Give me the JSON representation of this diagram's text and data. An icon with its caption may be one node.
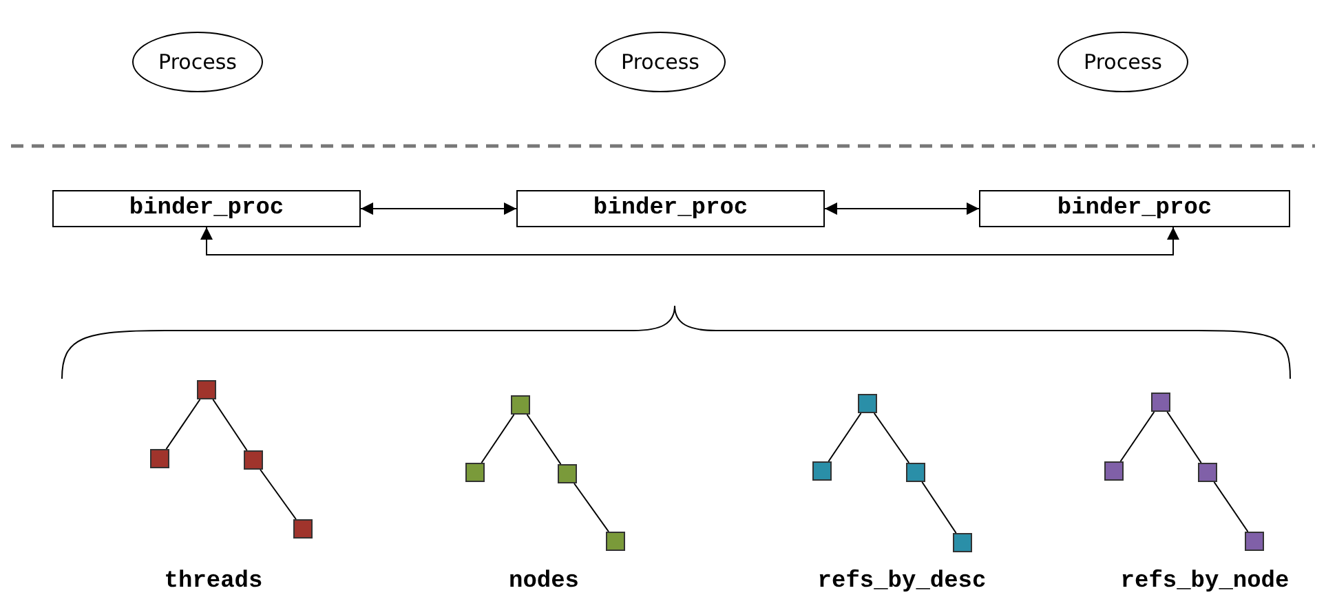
{
  "diagram": {
    "nodes": [
      {
        "text": [
          "Process"
        ]
      },
      {
        "text": [
          "Process"
        ]
      },
      {
        "text": [
          "Process"
        ]
      },
      {
        "text": [
          "binder_proc"
        ]
      },
      {
        "text": [
          "binder_proc"
        ]
      },
      {
        "text": [
          "binder_proc"
        ]
      },
      {
        "text": [],
        "shape": "box"
      },
      {
        "text": [],
        "shape": "box"
      },
      {
        "text": [],
        "shape": "box"
      },
      {
        "text": [],
        "shape": "box"
      },
      {
        "text": [],
        "shape": "box"
      },
      {
        "text": [],
        "shape": "box"
      },
      {
        "text": [],
        "shape": "box"
      },
      {
        "text": [],
        "shape": "box"
      },
      {
        "text": [],
        "shape": "box"
      },
      {
        "text": [],
        "shape": "box"
      },
      {
        "text": [],
        "shape": "box"
      },
      {
        "text": [],
        "shape": "box"
      },
      {
        "text": [],
        "shape": "box"
      },
      {
        "text": [],
        "shape": "box"
      },
      {
        "text": [],
        "shape": "box"
      },
      {
        "text": [],
        "shape": "box"
      }
    ],
    "edges": [
      {
        "from": 3,
        "to": 4,
        "arrow": "both"
      },
      {
        "from": 4,
        "to": 5,
        "arrow": "both"
      },
      {
        "from": 3,
        "to": 5,
        "arrow": "both"
      },
      {
        "from": 6,
        "to": 7,
        "arrow": "none"
      },
      {
        "from": 6,
        "to": 8,
        "arrow": "none"
      },
      {
        "from": 8,
        "to": 9,
        "arrow": "none"
      },
      {
        "from": 10,
        "to": 11,
        "arrow": "none"
      },
      {
        "from": 10,
        "to": 12,
        "arrow": "none"
      },
      {
        "from": 12,
        "to": 13,
        "arrow": "none"
      },
      {
        "from": 14,
        "to": 15,
        "arrow": "none"
      },
      {
        "from": 14,
        "to": 16,
        "arrow": "none"
      },
      {
        "from": 16,
        "to": 17,
        "arrow": "none"
      },
      {
        "from": 18,
        "to": 19,
        "arrow": "none"
      },
      {
        "from": 18,
        "to": 20,
        "arrow": "none"
      },
      {
        "from": 20,
        "to": 21,
        "arrow": "none"
      }
    ],
    "labels": [
      "threads",
      "nodes",
      "refs_by_desc",
      "refs_by_node"
    ]
  }
}
